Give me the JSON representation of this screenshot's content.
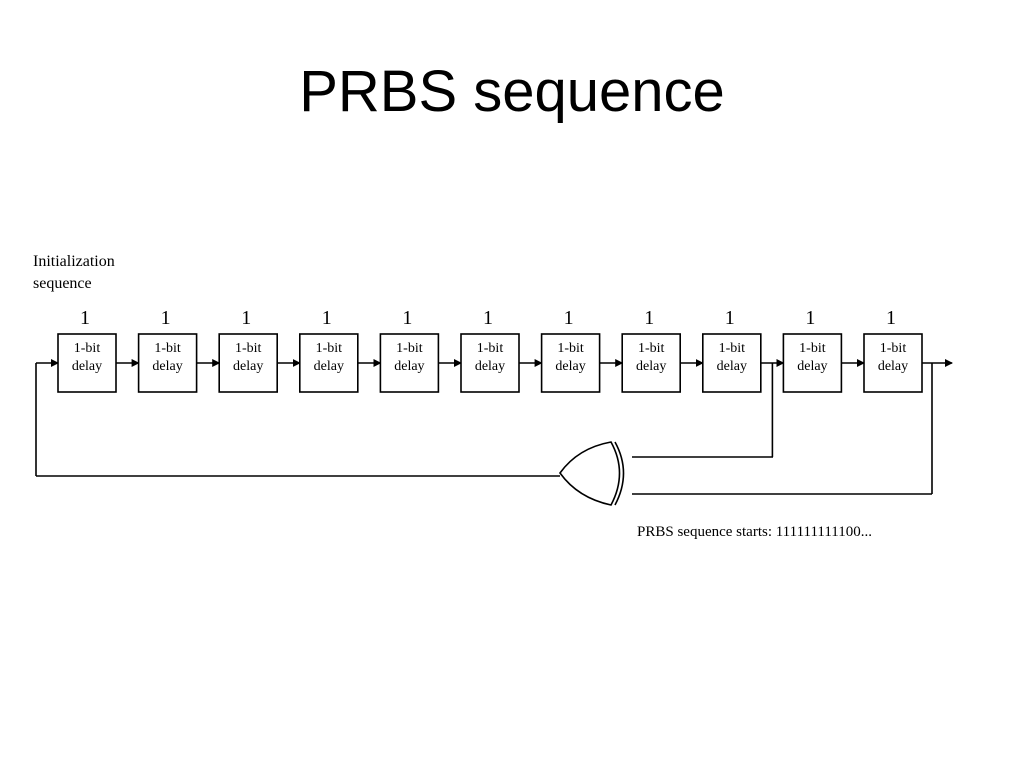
{
  "title": "PRBS sequence",
  "diagram": {
    "init_label_line1": "Initialization",
    "init_label_line2": "sequence",
    "init_bits": [
      "1",
      "1",
      "1",
      "1",
      "1",
      "1",
      "1",
      "1",
      "1",
      "1",
      "1"
    ],
    "cell_label_line1": "1-bit",
    "cell_label_line2": "delay",
    "caption": "PRBS sequence starts: 111111111100..."
  }
}
